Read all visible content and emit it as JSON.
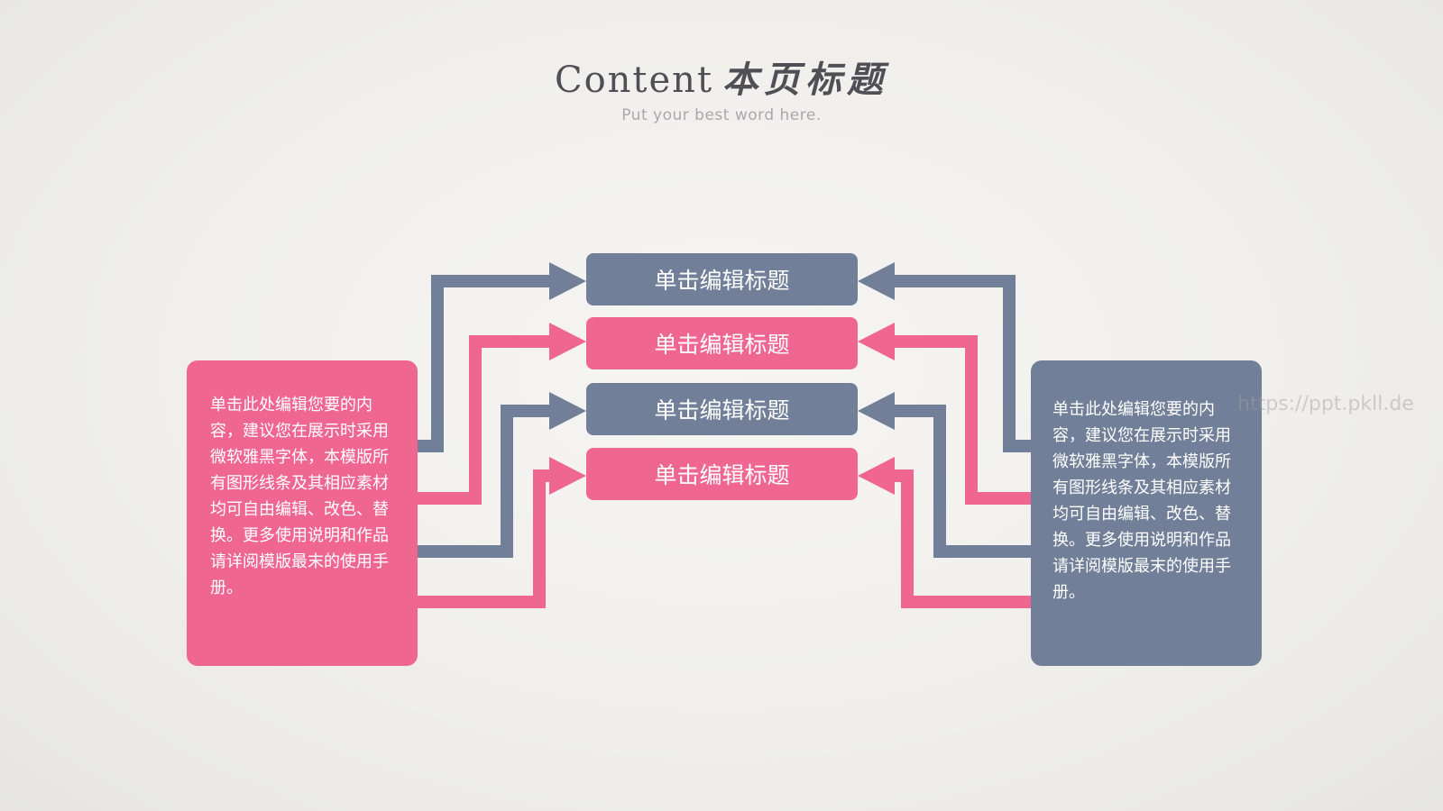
{
  "header": {
    "title_en": "Content",
    "title_zh": "本页标题",
    "subtitle": "Put your best word here."
  },
  "center_items": [
    {
      "label": "单击编辑标题",
      "color": "#717f98"
    },
    {
      "label": "单击编辑标题",
      "color": "#ef6790"
    },
    {
      "label": "单击编辑标题",
      "color": "#717f98"
    },
    {
      "label": "单击编辑标题",
      "color": "#ef6790"
    }
  ],
  "left_box": {
    "text": "单击此处编辑您要的内容，建议您在展示时采用微软雅黑字体，本模版所有图形线条及其相应素材均可自由编辑、改色、替换。更多使用说明和作品请详阅模版最末的使用手册。",
    "color": "#ef6790"
  },
  "right_box": {
    "text": "单击此处编辑您要的内容，建议您在展示时采用微软雅黑字体，本模版所有图形线条及其相应素材均可自由编辑、改色、替换。更多使用说明和作品请详阅模版最末的使用手册。",
    "color": "#717f98"
  },
  "watermark": "https://ppt.pkll.de",
  "colors": {
    "gray": "#717f98",
    "pink": "#ef6790",
    "title": "#4f4f55"
  }
}
